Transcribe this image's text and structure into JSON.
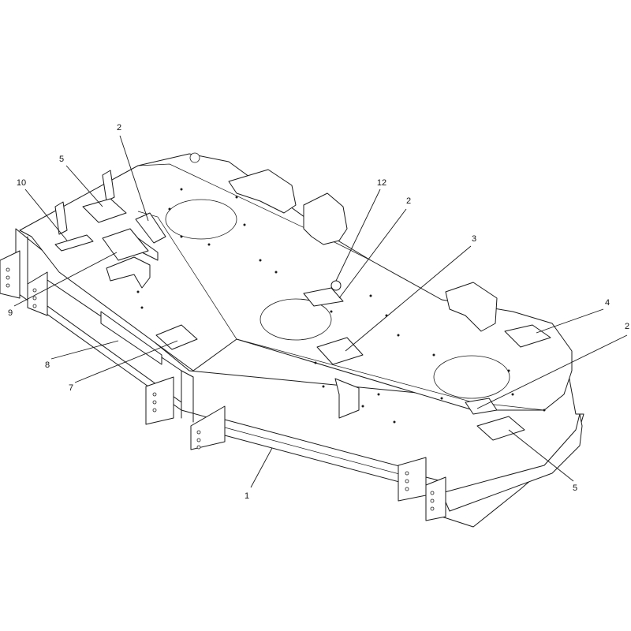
{
  "callouts": [
    {
      "id": "c1",
      "label": "1"
    },
    {
      "id": "c2a",
      "label": "2"
    },
    {
      "id": "c2b",
      "label": "2"
    },
    {
      "id": "c2c",
      "label": "2"
    },
    {
      "id": "c3",
      "label": "3"
    },
    {
      "id": "c4",
      "label": "4"
    },
    {
      "id": "c5a",
      "label": "5"
    },
    {
      "id": "c5b",
      "label": "5"
    },
    {
      "id": "c7",
      "label": "7"
    },
    {
      "id": "c8",
      "label": "8"
    },
    {
      "id": "c9",
      "label": "9"
    },
    {
      "id": "c10",
      "label": "10"
    },
    {
      "id": "c12",
      "label": "12"
    }
  ]
}
